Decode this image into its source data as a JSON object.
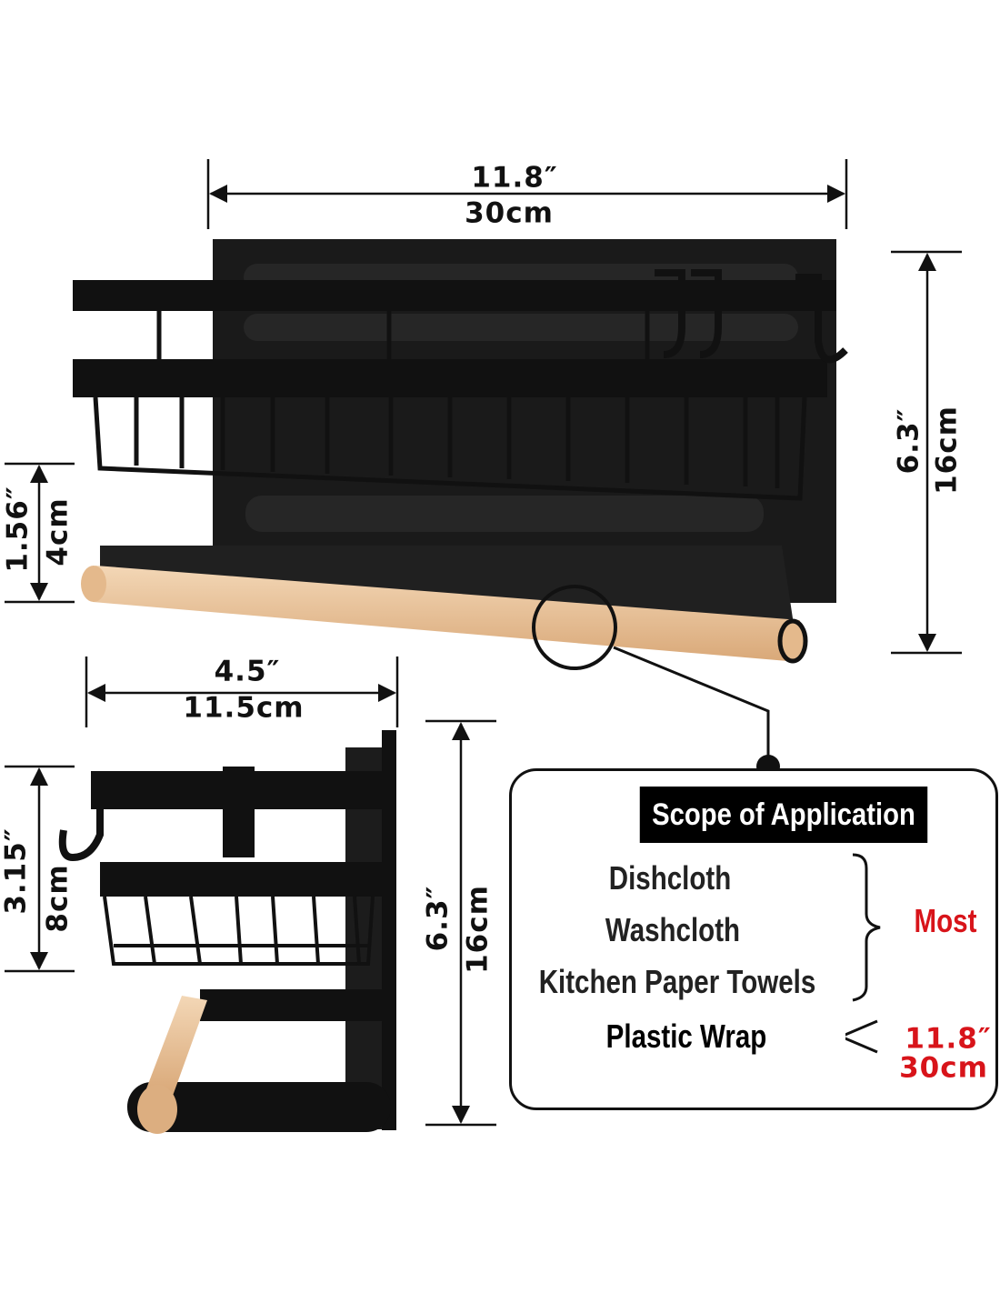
{
  "front_view": {
    "width_in": "11.8″",
    "width_cm": "30cm",
    "height_in": "6.3″",
    "height_cm": "16cm",
    "rod_gap_in": "1.56″",
    "rod_gap_cm": "4cm"
  },
  "side_view": {
    "depth_in": "4.5″",
    "depth_cm": "11.5cm",
    "basket_in": "3.15″",
    "basket_cm": "8cm",
    "height_in": "6.3″",
    "height_cm": "16cm"
  },
  "scope": {
    "title": "Scope of Application",
    "items": [
      "Dishcloth",
      "Washcloth",
      "Kitchen Paper Towels"
    ],
    "items_note": "Most",
    "wrap_label": "Plastic Wrap",
    "wrap_in": "11.8″",
    "wrap_cm": "30cm"
  },
  "colors": {
    "accent_red": "#d8141a",
    "rack": "#151515",
    "wood": "#e9c49c"
  }
}
